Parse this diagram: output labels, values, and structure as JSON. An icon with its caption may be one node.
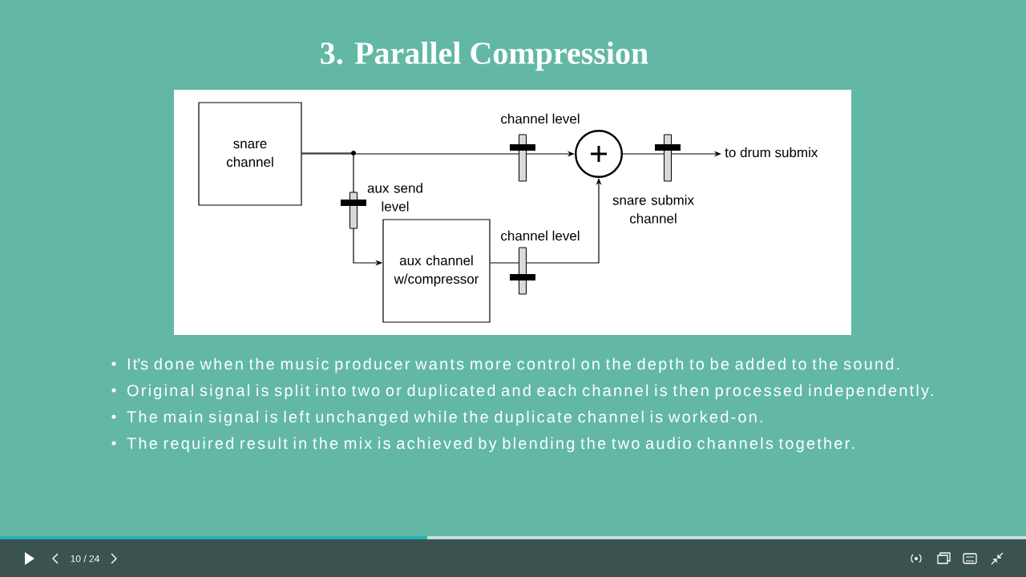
{
  "diagram": {
    "title": "3. Parallel Compression",
    "nodes": [
      {
        "text": [
          "snare channel"
        ]
      },
      {
        "text": [
          "aux channel w/compressor"
        ]
      },
      {
        "text": [],
        "shape": "circle"
      },
      {
        "text": [
          "to drum submix"
        ]
      }
    ],
    "edges": [
      {
        "from": 0,
        "to": 2,
        "arrow": "to"
      },
      {
        "from": 0,
        "to": 1,
        "arrow": "to"
      },
      {
        "from": 1,
        "to": 2,
        "arrow": "to"
      },
      {
        "from": 2,
        "to": 3,
        "arrow": "to"
      }
    ],
    "labels": [
      "channel level",
      "aux send level",
      "channel level",
      "snare submix channel",
      "It's done when the music producer wants more control on the depth to be added to the sound.",
      "Original signal is split into two or duplicated and each channel is then processed independently.",
      "The main signal is left unchanged while the duplicate channel is worked-on.",
      "The required result in the mix is achieved by blending the two audio channels together.",
      "10 / 24"
    ]
  }
}
